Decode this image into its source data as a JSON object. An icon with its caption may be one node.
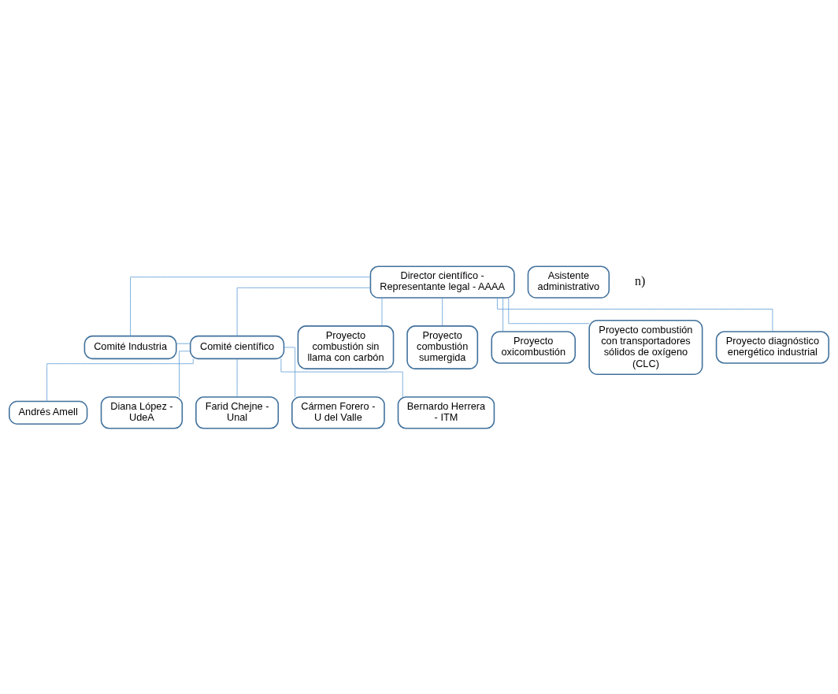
{
  "diagram": {
    "nodes": [
      {
        "text": [
          "Director científico - Representante legal - AAAA"
        ]
      },
      {
        "text": [
          "Asistente administrativo"
        ]
      },
      {
        "text": [
          "Comité Industria"
        ]
      },
      {
        "text": [
          "Comité científico"
        ]
      },
      {
        "text": [
          "Proyecto combustión sin llama con carbón"
        ]
      },
      {
        "text": [
          "Proyecto combustión sumergida"
        ]
      },
      {
        "text": [
          "Proyecto oxicombustión"
        ]
      },
      {
        "text": [
          "Proyecto combustión con transportadores sólidos de oxígeno (CLC)"
        ]
      },
      {
        "text": [
          "Proyecto diagnóstico energético industrial"
        ]
      },
      {
        "text": [
          "Andrés Amell"
        ]
      },
      {
        "text": [
          "Diana López - UdeA"
        ]
      },
      {
        "text": [
          "Farid Chejne - Unal"
        ]
      },
      {
        "text": [
          "Cármen Forero - U del Valle"
        ]
      },
      {
        "text": [
          "Bernardo Herrera - ITM"
        ]
      }
    ],
    "edges": [
      {
        "from": 0,
        "to": 2,
        "arrow": "none"
      },
      {
        "from": 0,
        "to": 3,
        "arrow": "none"
      },
      {
        "from": 2,
        "to": 3,
        "arrow": "none"
      },
      {
        "from": 0,
        "to": 4,
        "arrow": "none"
      },
      {
        "from": 0,
        "to": 5,
        "arrow": "none"
      },
      {
        "from": 0,
        "to": 6,
        "arrow": "none"
      },
      {
        "from": 0,
        "to": 7,
        "arrow": "none"
      },
      {
        "from": 0,
        "to": 8,
        "arrow": "none"
      },
      {
        "from": 3,
        "to": 9,
        "arrow": "none"
      },
      {
        "from": 3,
        "to": 10,
        "arrow": "none"
      },
      {
        "from": 3,
        "to": 11,
        "arrow": "none"
      },
      {
        "from": 3,
        "to": 12,
        "arrow": "none"
      },
      {
        "from": 3,
        "to": 13,
        "arrow": "none"
      }
    ],
    "labels": [
      "n)"
    ]
  }
}
